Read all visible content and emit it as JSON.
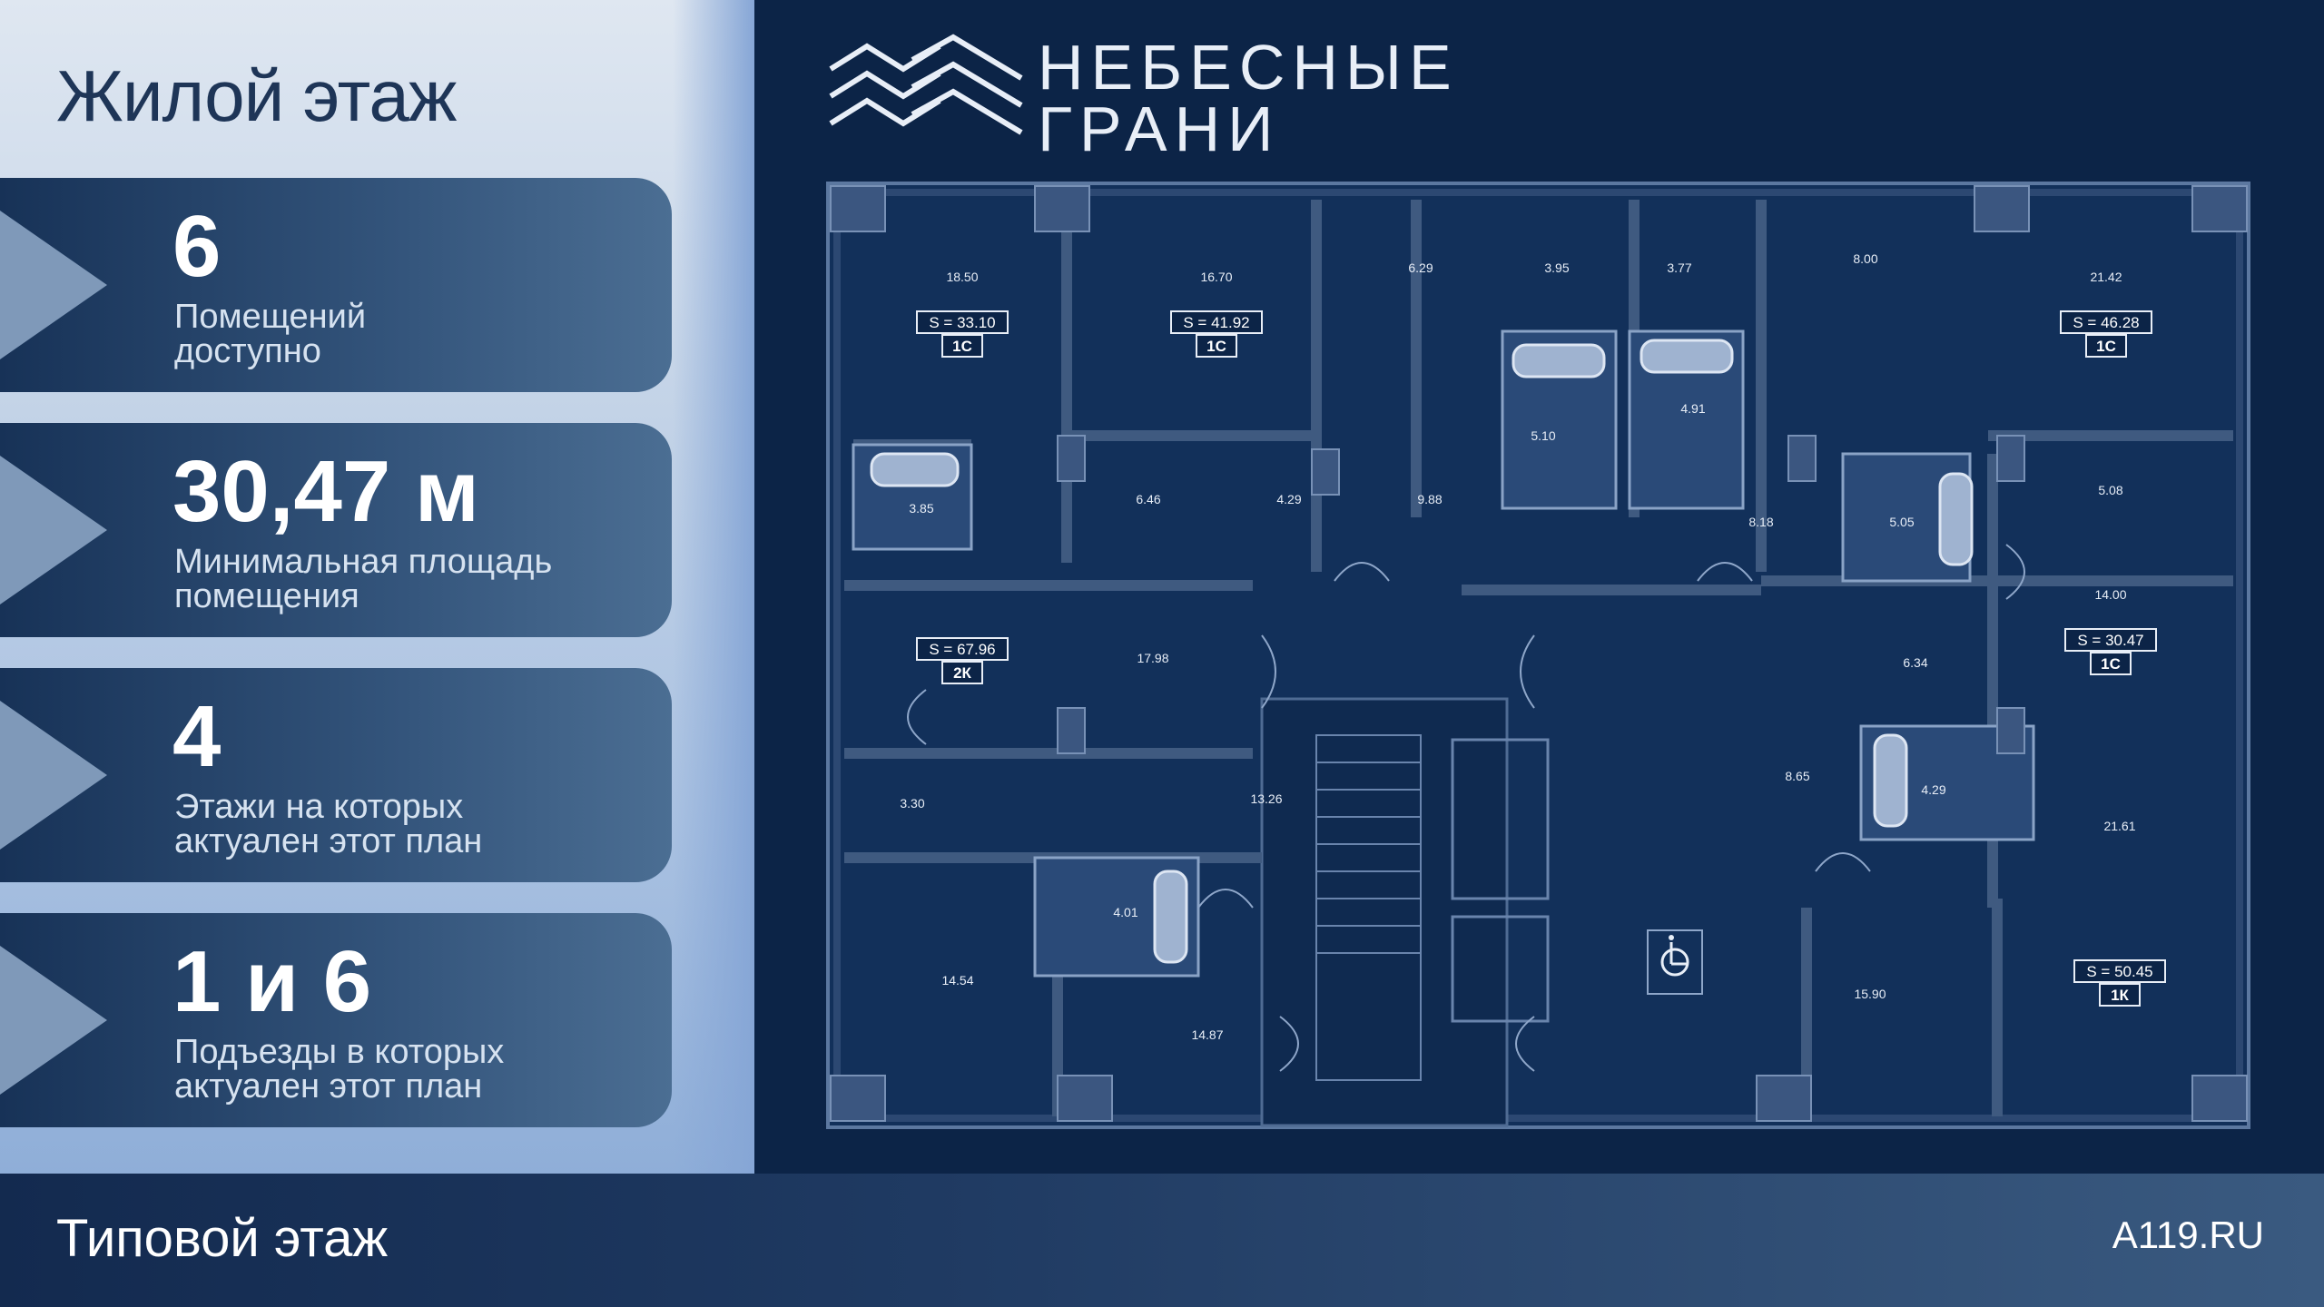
{
  "header": {
    "title": "Жилой этаж"
  },
  "stats": [
    {
      "value": "6",
      "label": "Помещений доступно"
    },
    {
      "value": "30,47 м",
      "label": "Минимальная площадь помещения"
    },
    {
      "value": "4",
      "label": "Этажи на которых актуален этот план"
    },
    {
      "value": "1 и 6",
      "label": "Подъезды в которых актуален этот план"
    }
  ],
  "brand": {
    "line1": "НЕБЕСНЫЕ",
    "line2": "ГРАНИ"
  },
  "footer": {
    "label": "Типовой этаж",
    "site": "A119.RU"
  },
  "plan": {
    "rooms": [
      "18.50",
      "16.70",
      "6.29",
      "3.95",
      "3.77",
      "8.00",
      "21.42",
      "3.85",
      "6.46",
      "4.29",
      "9.88",
      "5.10",
      "4.91",
      "8.18",
      "5.05",
      "5.08",
      "14.00",
      "17.98",
      "6.34",
      "3.30",
      "13.26",
      "8.65",
      "4.29",
      "21.61",
      "4.01",
      "14.54",
      "14.87",
      "15.90"
    ],
    "apartments": [
      {
        "area": "S = 33.10",
        "type": "1С"
      },
      {
        "area": "S = 41.92",
        "type": "1С"
      },
      {
        "area": "S = 46.28",
        "type": "1С"
      },
      {
        "area": "S = 67.96",
        "type": "2К"
      },
      {
        "area": "S = 30.47",
        "type": "1С"
      },
      {
        "area": "S = 50.45",
        "type": "1К"
      }
    ]
  },
  "colors": {
    "background": "#0c2447",
    "wall": "#3f5a80",
    "accent": "#ffffff"
  }
}
